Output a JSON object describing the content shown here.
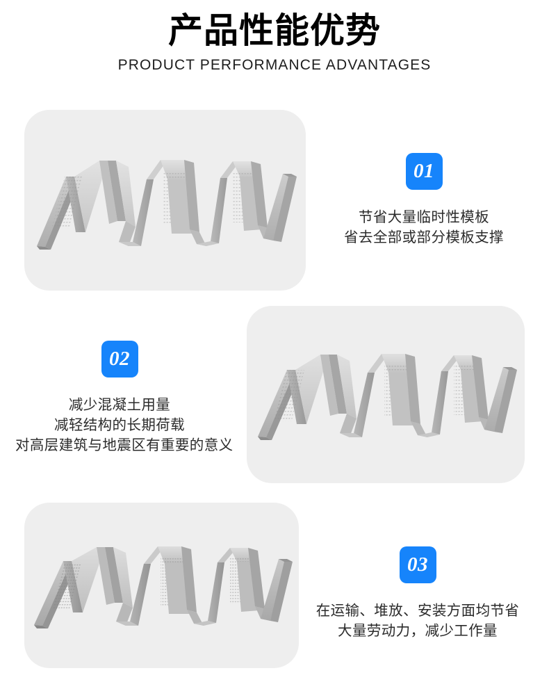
{
  "header": {
    "title_cn": "产品性能优势",
    "title_en": "PRODUCT PERFORMANCE ADVANTAGES"
  },
  "colors": {
    "badge_blue": "#1684fb",
    "card_gray": "#eeeeee",
    "text_dark": "#2b2b2b",
    "panel_light": "#d8d8d8",
    "panel_mid": "#b4b4b4",
    "panel_dark": "#8d8d8d",
    "page_background": "#ffffff"
  },
  "features": [
    {
      "number": "01",
      "image_alt": "galvanized-steel-floor-decking-panel",
      "lines": [
        "节省大量临时性模板",
        "省去全部或部分模板支撑"
      ]
    },
    {
      "number": "02",
      "image_alt": "galvanized-steel-floor-decking-panel",
      "lines": [
        "减少混凝土用量",
        "减轻结构的长期荷载",
        "对高层建筑与地震区有重要的意义"
      ]
    },
    {
      "number": "03",
      "image_alt": "galvanized-steel-floor-decking-panel",
      "lines": [
        "在运输、堆放、安装方面均节省",
        "大量劳动力，减少工作量"
      ]
    }
  ]
}
